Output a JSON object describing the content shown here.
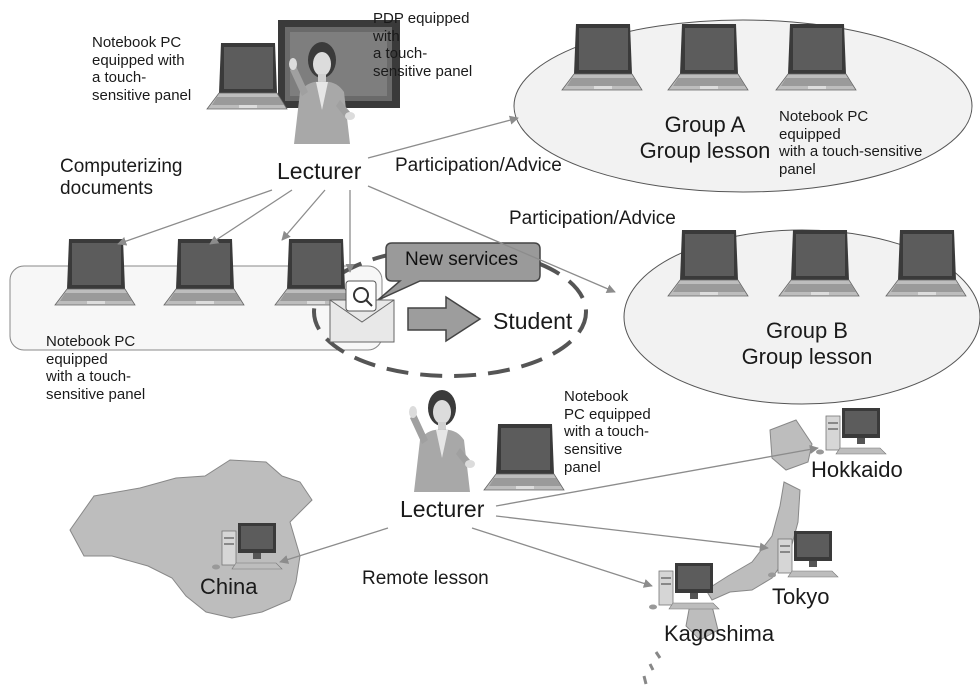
{
  "colors": {
    "ink": "#1a1a1a",
    "group_fill": "#f2f2f2",
    "arrow": "#8c8c8c",
    "bubble_fill": "#9a9a9a",
    "map_fill": "#bdbdbd"
  },
  "labels": {
    "pdp": "PDP equipped\nwith\na touch-\nsensitive panel",
    "notebook_top_left": "Notebook PC\nequipped with\na touch-\nsensitive panel",
    "lecturer_top": "Lecturer",
    "computerizing": "Computerizing\ndocuments",
    "participation_a": "Participation/Advice",
    "group_a": "Group A\nGroup lesson",
    "notebook_group_a": "Notebook PC\nequipped\nwith a touch-sensitive\npanel",
    "participation_b": "Participation/Advice",
    "new_services": "New services",
    "student": "Student",
    "group_b": "Group B\nGroup lesson",
    "notebook_students": "Notebook PC\nequipped\nwith a touch-\nsensitive panel",
    "notebook_remote": "Notebook\nPC equipped\nwith a touch-\nsensitive\npanel",
    "lecturer_bottom": "Lecturer",
    "remote_lesson": "Remote lesson",
    "china": "China",
    "hokkaido": "Hokkaido",
    "tokyo": "Tokyo",
    "kagoshima": "Kagoshima"
  },
  "icons": [
    "notebook-pc-icon",
    "desktop-pc-icon",
    "lecturer-figure-icon",
    "pdp-screen-icon",
    "envelope-icon",
    "arrow-right-icon"
  ]
}
